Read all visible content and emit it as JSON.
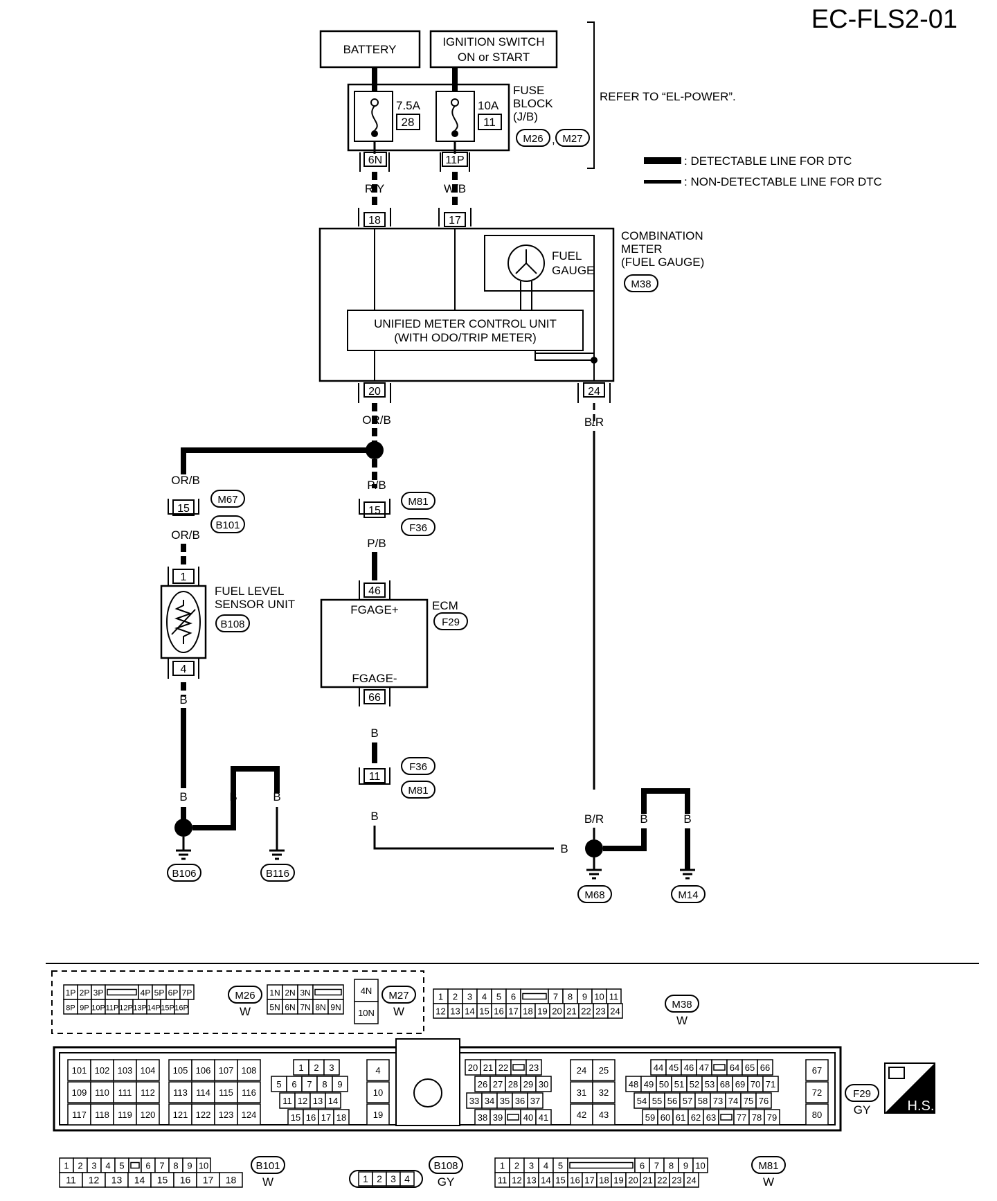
{
  "diagram_id": "EC-FLS2-01",
  "battery": "BATTERY",
  "ignition": {
    "line1": "IGNITION SWITCH",
    "line2": "ON or START"
  },
  "fuse_block": {
    "line1": "FUSE",
    "line2": "BLOCK",
    "line3": "(J/B)",
    "fuse_a": {
      "amps": "7.5A",
      "num": "28",
      "term": "6N"
    },
    "fuse_b": {
      "amps": "10A",
      "num": "11",
      "term": "11P"
    },
    "conn1": "M26",
    "conn2": "M27",
    "sep": ","
  },
  "refer_note": "REFER TO “EL-POWER”.",
  "legend": {
    "detectable": ": DETECTABLE LINE FOR DTC",
    "non_detectable": ": NON-DETECTABLE LINE FOR DTC"
  },
  "wires": {
    "ry": "R/Y",
    "wb": "W/B",
    "orb": "OR/B",
    "pb": "P/B",
    "br": "B/R",
    "b": "B"
  },
  "combination_meter": {
    "line1": "COMBINATION",
    "line2": "METER",
    "line3": "(FUEL GAUGE)",
    "conn": "M38",
    "gauge1": "FUEL",
    "gauge2": "GAUGE",
    "unit1": "UNIFIED METER CONTROL UNIT",
    "unit2": "(WITH ODO/TRIP METER)",
    "pins": {
      "p18": "18",
      "p17": "17",
      "p20": "20",
      "p24": "24"
    }
  },
  "connectors": {
    "m67": "M67",
    "b101": "B101",
    "m81": "M81",
    "f36": "F36",
    "pin15": "15",
    "pin11": "11"
  },
  "fuel_level_sensor": {
    "line1": "FUEL LEVEL",
    "line2": "SENSOR UNIT",
    "conn": "B108",
    "pin1": "1",
    "pin4": "4"
  },
  "ecm": {
    "title": "ECM",
    "conn": "F29",
    "fgage_plus": "FGAGE+",
    "fgage_minus": "FGAGE-",
    "pin46": "46",
    "pin66": "66"
  },
  "grounds": {
    "b106": "B106",
    "b116": "B116",
    "m68": "M68",
    "m14": "M14"
  },
  "connector_views": {
    "m26": {
      "id": "M26",
      "color": "W",
      "row1": [
        "1P",
        "2P",
        "3P",
        "",
        "4P",
        "5P",
        "6P",
        "7P"
      ],
      "row2": [
        "8P",
        "9P",
        "10P",
        "11P",
        "12P",
        "13P",
        "14P",
        "15P",
        "16P"
      ]
    },
    "m27": {
      "id": "M27",
      "color": "W",
      "row1": [
        "1N",
        "2N",
        "3N",
        ""
      ],
      "row2": [
        "5N",
        "6N",
        "7N",
        "8N",
        "9N"
      ],
      "side": [
        "4N",
        "10N"
      ]
    },
    "m38": {
      "id": "M38",
      "color": "W",
      "row1": [
        "1",
        "2",
        "3",
        "4",
        "5",
        "6",
        "",
        "7",
        "8",
        "9",
        "10",
        "11"
      ],
      "row2": [
        "12",
        "13",
        "14",
        "15",
        "16",
        "17",
        "18",
        "19",
        "20",
        "21",
        "22",
        "23",
        "24"
      ]
    },
    "f29": {
      "id": "F29",
      "color": "GY",
      "hs": "H.S.",
      "g1": [
        [
          "101",
          "102",
          "103",
          "104"
        ],
        [
          "109",
          "110",
          "111",
          "112"
        ],
        [
          "117",
          "118",
          "119",
          "120"
        ]
      ],
      "g2": [
        [
          "105",
          "106",
          "107",
          "108"
        ],
        [
          "113",
          "114",
          "115",
          "116"
        ],
        [
          "121",
          "122",
          "123",
          "124"
        ]
      ],
      "g3": [
        [
          "1",
          "2",
          "3"
        ],
        [
          "5",
          "6",
          "7",
          "8",
          "9"
        ],
        [
          "11",
          "12",
          "13",
          "14"
        ],
        [
          "15",
          "16",
          "17",
          "18"
        ]
      ],
      "g4": [
        "4",
        "10",
        "19"
      ],
      "g5": [
        [
          "20",
          "21",
          "22",
          "",
          "23"
        ],
        [
          "26",
          "27",
          "28",
          "29",
          "30"
        ],
        [
          "33",
          "34",
          "35",
          "36",
          "37"
        ],
        [
          "38",
          "39",
          "",
          "40",
          "41"
        ]
      ],
      "g6": [
        [
          "24",
          "25"
        ],
        [
          "31",
          "32"
        ],
        [
          "42",
          "43"
        ]
      ],
      "g7": [
        [
          "44",
          "45",
          "46",
          "47",
          "",
          "64",
          "65",
          "66"
        ],
        [
          "48",
          "49",
          "50",
          "51",
          "52",
          "53",
          "68",
          "69",
          "70",
          "71"
        ],
        [
          "54",
          "55",
          "56",
          "57",
          "58",
          "73",
          "74",
          "75",
          "76"
        ],
        [
          "59",
          "60",
          "61",
          "62",
          "63",
          "",
          "77",
          "78",
          "79"
        ]
      ],
      "g8": [
        "67",
        "72",
        "80"
      ]
    },
    "b101": {
      "id": "B101",
      "color": "W",
      "row1": [
        "1",
        "2",
        "3",
        "4",
        "5",
        "",
        "6",
        "7",
        "8",
        "9",
        "10"
      ],
      "row2": [
        "11",
        "12",
        "13",
        "14",
        "15",
        "16",
        "17",
        "18"
      ]
    },
    "b108": {
      "id": "B108",
      "color": "GY",
      "pins": [
        "1",
        "2",
        "3",
        "4"
      ]
    },
    "m81": {
      "id": "M81",
      "color": "W",
      "row1": [
        "1",
        "2",
        "3",
        "4",
        "5",
        "",
        "6",
        "7",
        "8",
        "9",
        "10"
      ],
      "row2": [
        "11",
        "12",
        "13",
        "14",
        "15",
        "16",
        "17",
        "18",
        "19",
        "20",
        "21",
        "22",
        "23",
        "24"
      ]
    }
  }
}
